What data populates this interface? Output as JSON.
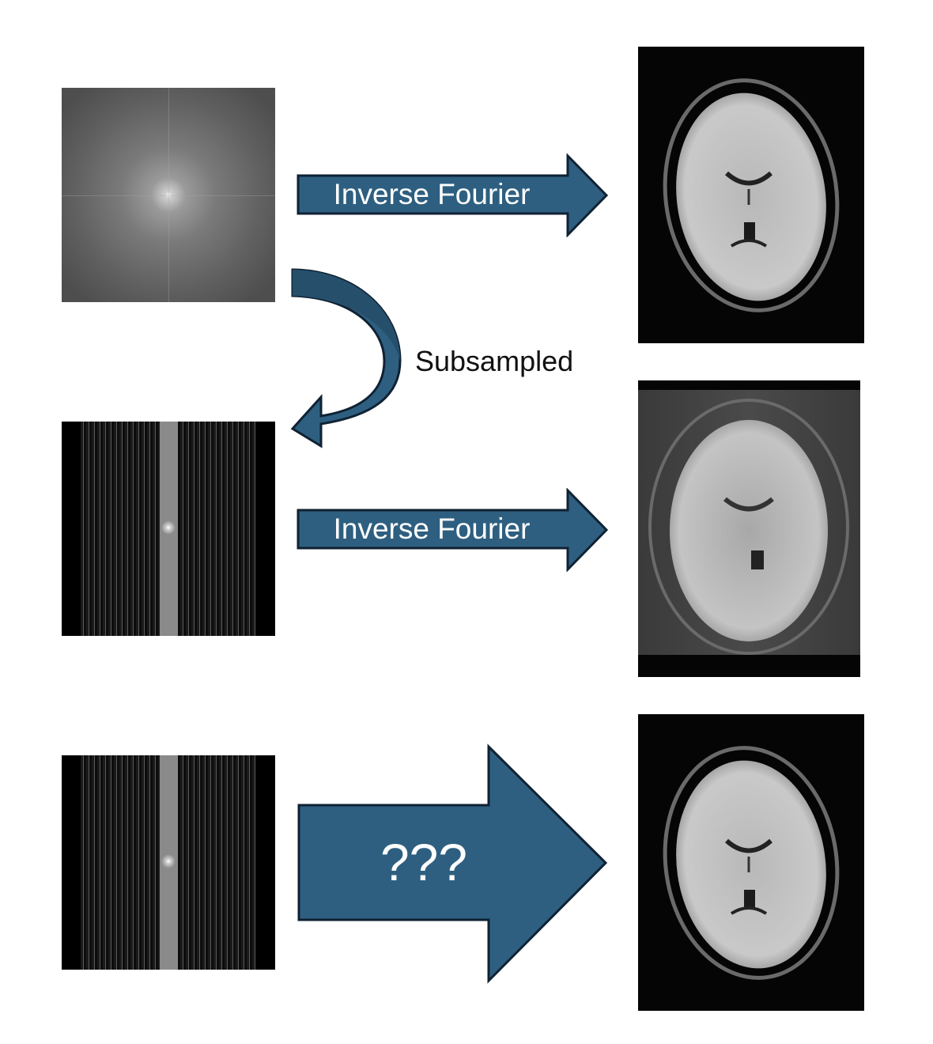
{
  "figure": {
    "rows": [
      {
        "input": {
          "type": "k-space",
          "description": "fully sampled k-space"
        },
        "arrow": {
          "label": "Inverse Fourier"
        },
        "output": {
          "type": "mri-brain",
          "description": "full reconstruction"
        }
      },
      {
        "input": {
          "type": "k-space",
          "description": "subsampled k-space"
        },
        "arrow": {
          "label": "Inverse Fourier"
        },
        "output": {
          "type": "mri-brain",
          "description": "aliased reconstruction"
        }
      },
      {
        "input": {
          "type": "k-space",
          "description": "subsampled k-space"
        },
        "arrow": {
          "label": "???"
        },
        "output": {
          "type": "mri-brain",
          "description": "recovered reconstruction"
        }
      }
    ],
    "curved_arrow": {
      "label": "Subsampled"
    }
  },
  "colors": {
    "arrow_fill": "#2e5f80",
    "arrow_stroke": "#0f2233",
    "arrow_text": "#ffffff",
    "label_text": "#111111",
    "background": "#ffffff"
  }
}
